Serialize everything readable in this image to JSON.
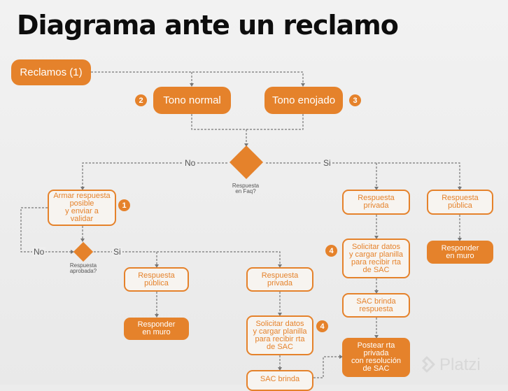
{
  "title": "Diagrama ante un reclamo",
  "nodes": {
    "reclamos": "Reclamos (1)",
    "tono_normal": "Tono normal",
    "tono_enojado": "Tono enojado",
    "armar": "Armar respuesta\nposible\ny enviar a\nvalidar",
    "pub_left": "Respuesta\npública",
    "resp_left": "Responder\nen muro",
    "priv_left": "Respuesta\nprivada",
    "solicitar_left": "Solicitar datos\ny cargar planilla\npara recibir rta\nde SAC",
    "sac_left": "SAC brinda",
    "priv_right": "Respuesta\nprivada",
    "pub_right": "Respuesta\npública",
    "resp_right": "Responder\nen muro",
    "solicitar_right": "Solicitar datos\ny cargar planilla\npara recibir rta\nde SAC",
    "sac_right": "SAC brinda\nrespuesta",
    "postear": "Postear rta\nprivada\ncon resolución\nde SAC"
  },
  "badges": {
    "b2": "2",
    "b3": "3",
    "b1": "1",
    "b4a": "4",
    "b4b": "4"
  },
  "labels": {
    "no_top": "No",
    "si_top": "Si",
    "diamond_top": "Respuesta\nen Faq?",
    "no_left": "No",
    "si_left": "Si",
    "diamond_left": "Respuesta\naprobada?"
  },
  "logo": "Platzi",
  "colors": {
    "accent": "#e5822b"
  }
}
